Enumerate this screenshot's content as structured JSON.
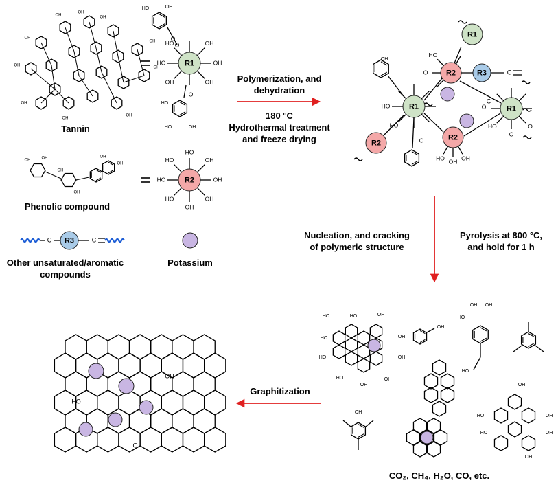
{
  "labels": {
    "tannin": "Tannin",
    "phenolic": "Phenolic compound",
    "other_line1": "Other unsaturated/aromatic",
    "other_line2": "compounds",
    "potassium": "Potassium",
    "step1_line1": "Polymerization, and",
    "step1_line2": "dehydration",
    "step1_line3": "180 °C",
    "step1_line4": "Hydrothermal treatment",
    "step1_line5": "and freeze drying",
    "step2_left1": "Nucleation, and cracking",
    "step2_left2": "of polymeric structure",
    "step2_right1": "Pyrolysis at 800 °C,",
    "step2_right2": "and hold for 1 h",
    "step3": "Graphitization",
    "gases": "CO₂, CH₄, H₂O, CO, etc."
  },
  "nodes": {
    "r1": "R1",
    "r2": "R2",
    "r3": "R3"
  },
  "atoms": {
    "oh": "OH",
    "ho": "HO",
    "o": "O",
    "c": "C"
  },
  "colors": {
    "r1": "#cfe3c7",
    "r2": "#f4a8a8",
    "r3": "#a9cbe8",
    "potassium": "#c9b6e3",
    "arrow": "#e02020",
    "wavy": "#1f5fd6"
  }
}
